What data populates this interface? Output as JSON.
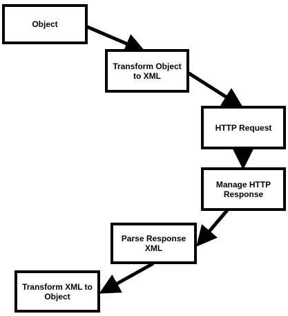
{
  "diagram": {
    "nodes": [
      {
        "id": "object",
        "label": "Object"
      },
      {
        "id": "transform-object-to-xml",
        "label": "Transform Object to XML"
      },
      {
        "id": "http-request",
        "label": "HTTP Request"
      },
      {
        "id": "manage-http-response",
        "label": "Manage HTTP Response"
      },
      {
        "id": "parse-response-xml",
        "label": "Parse Response XML"
      },
      {
        "id": "transform-xml-to-object",
        "label": "Transform XML to Object"
      }
    ],
    "edges": [
      {
        "from": "object",
        "to": "transform-object-to-xml"
      },
      {
        "from": "transform-object-to-xml",
        "to": "http-request"
      },
      {
        "from": "http-request",
        "to": "manage-http-response"
      },
      {
        "from": "manage-http-response",
        "to": "parse-response-xml"
      },
      {
        "from": "parse-response-xml",
        "to": "transform-xml-to-object"
      }
    ],
    "colors": {
      "stroke": "#000000",
      "fill": "#ffffff"
    }
  }
}
